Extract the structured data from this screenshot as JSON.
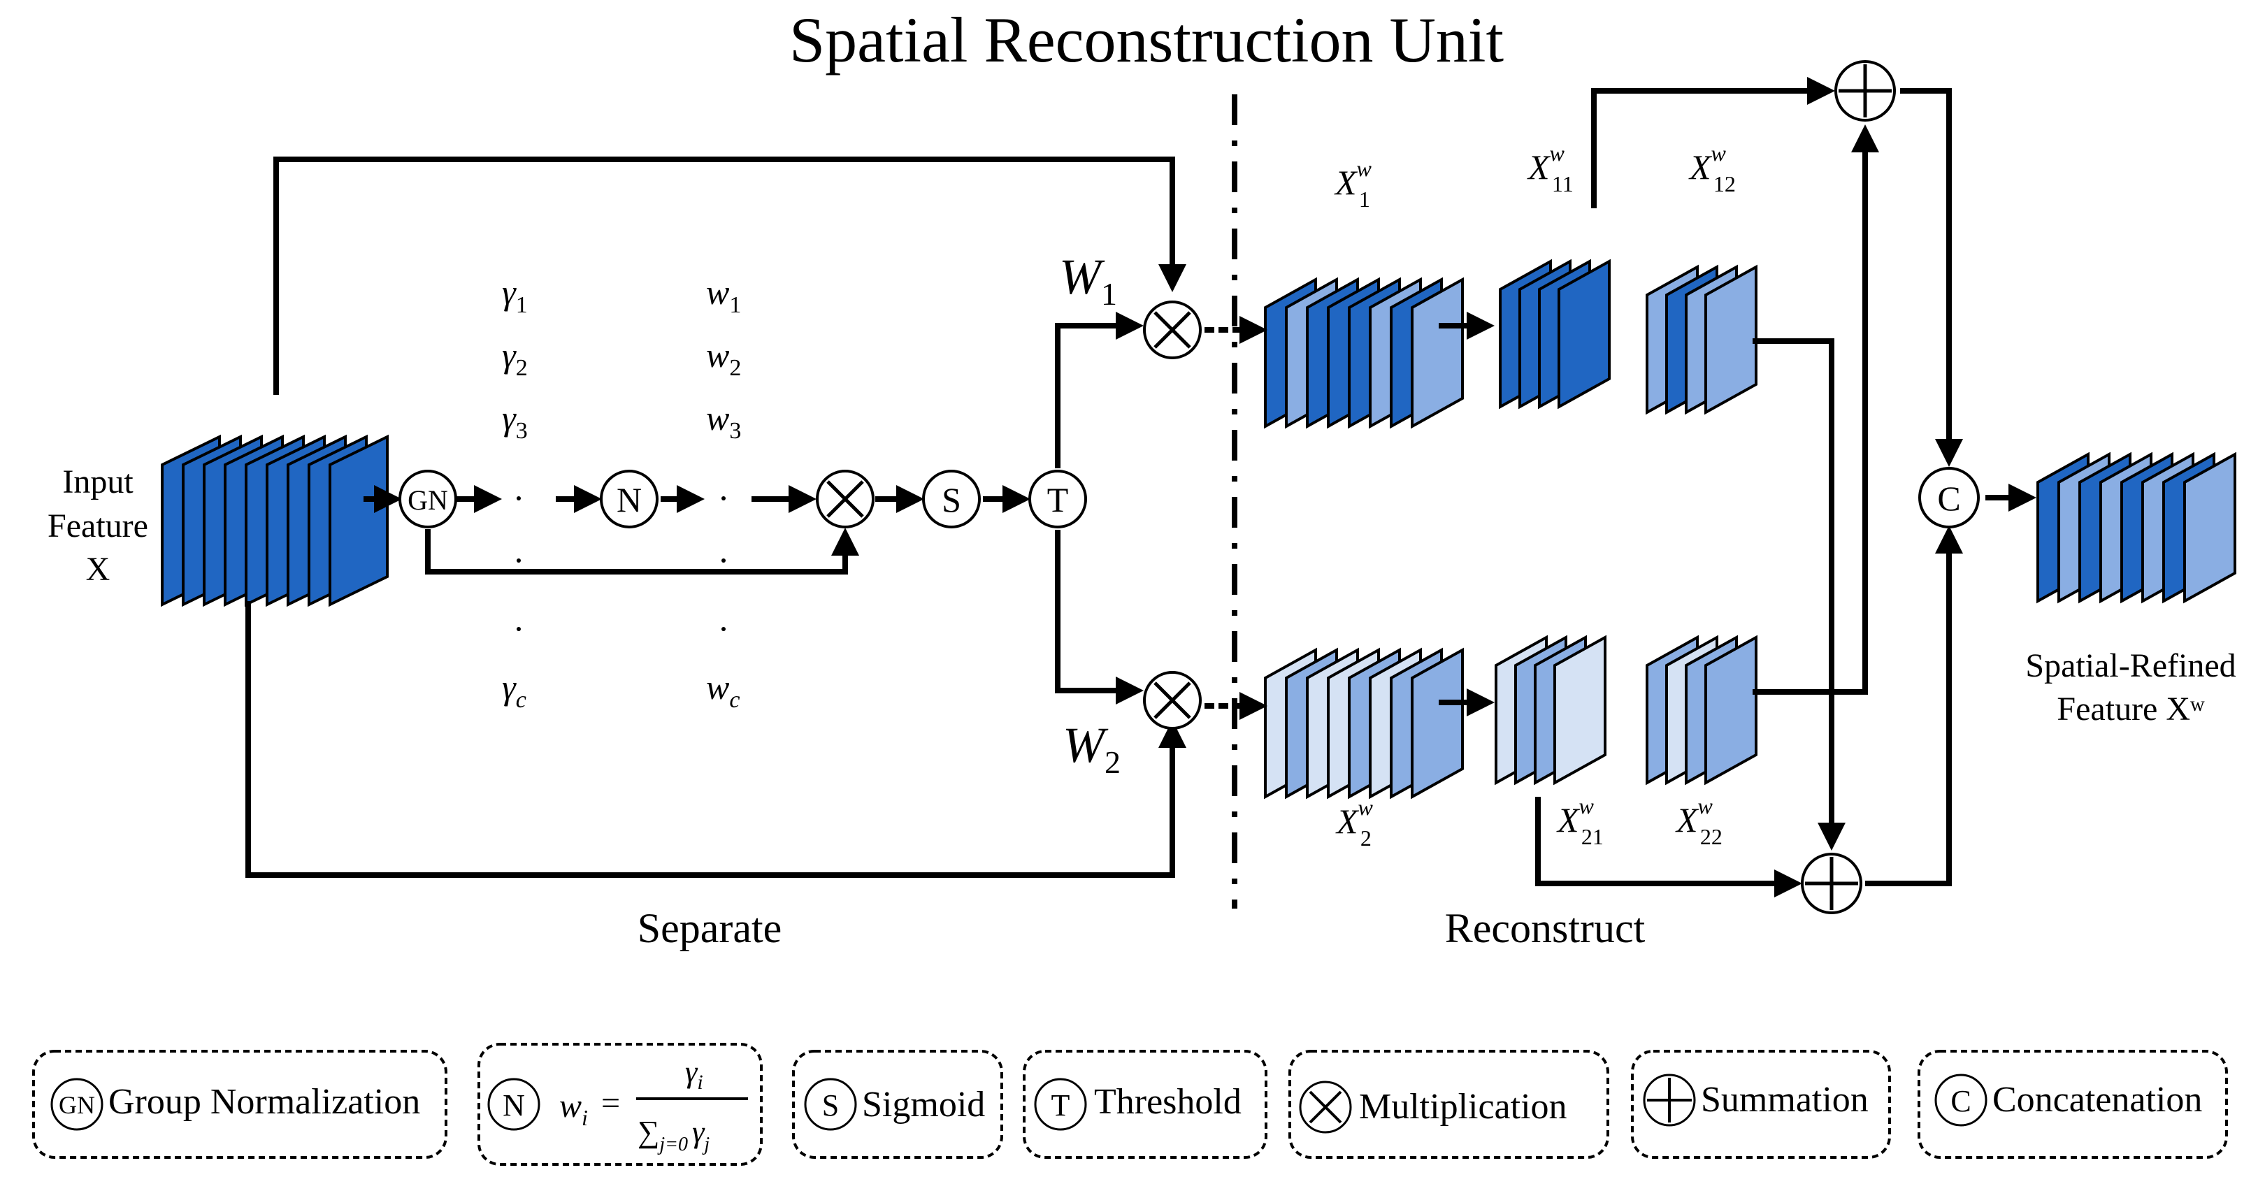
{
  "title": "Spatial Reconstruction Unit",
  "input_label": [
    "Input",
    "Feature",
    "X"
  ],
  "output_label": [
    "Spatial-Refined",
    "Feature Xʷ"
  ],
  "sections": {
    "separate": "Separate",
    "reconstruct": "Reconstruct"
  },
  "gamma_list": [
    "γ",
    "γ",
    "γ",
    "γ"
  ],
  "gamma_subs": [
    "1",
    "2",
    "3",
    "c"
  ],
  "w_list": [
    "w",
    "w",
    "w",
    "w"
  ],
  "w_subs": [
    "1",
    "2",
    "3",
    "c"
  ],
  "weights": {
    "W1": "W",
    "W1_sub": "1",
    "W2": "W",
    "W2_sub": "2"
  },
  "features": {
    "x1": {
      "base": "X",
      "sup": "w",
      "sub": "1"
    },
    "x11": {
      "base": "X",
      "sup": "w",
      "sub": "11"
    },
    "x12": {
      "base": "X",
      "sup": "w",
      "sub": "12"
    },
    "x2": {
      "base": "X",
      "sup": "w",
      "sub": "2"
    },
    "x21": {
      "base": "X",
      "sup": "w",
      "sub": "21"
    },
    "x22": {
      "base": "X",
      "sup": "w",
      "sub": "22"
    }
  },
  "nodes": {
    "gn": "GN",
    "n": "N",
    "s": "S",
    "t": "T",
    "c": "C"
  },
  "legend": {
    "gn": "Group Normalization",
    "n_lhs": "w",
    "n_lhs_sub": "i",
    "n_num": "γ",
    "n_num_sub": "i",
    "n_den": "∑",
    "n_den_sub": "j=0",
    "n_den_gamma": "γ",
    "n_den_gamma_sub": "j",
    "s": "Sigmoid",
    "t": "Threshold",
    "mult": "Multiplication",
    "sum": "Summation",
    "c": "Concatenation"
  },
  "colors": {
    "dark": "#2066c2",
    "mid": "#5d8ed6",
    "light": "#8aaee3",
    "pale": "#d5e2f4",
    "line": "#000000"
  }
}
